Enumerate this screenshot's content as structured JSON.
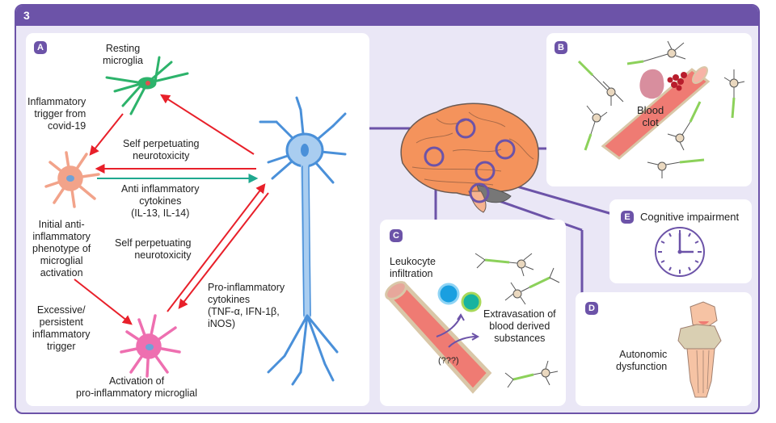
{
  "figure": {
    "number": "3",
    "accent_color": "#6c53a8",
    "background_color": "#eae7f6"
  },
  "panel_a": {
    "badge": "A",
    "resting_microglia": "Resting\nmicroglia",
    "inflammatory_trigger": "Inflammatory\ntrigger from\ncovid-19",
    "self_perpetuating_top": "Self perpetuating\nneurotoxicity",
    "anti_inflammatory_cytokines": "Anti inflammatory\ncytokines\n(IL-13, IL-14)",
    "initial_phenotype": "Initial anti-\ninflammatory\nphenotype of\nmicroglial\nactivation",
    "self_perpetuating_bottom": "Self perpetuating\nneurotoxicity",
    "excessive_trigger": "Excessive/\npersistent\ninflammatory\ntrigger",
    "pro_inflammatory_cytokines": "Pro-inflammatory\ncytokines\n(TNF-α, IFN-1β,\niNOS)",
    "activation_label": "Activation of\npro-inflammatory microglial",
    "colors": {
      "resting_microglia": "#2db36b",
      "initial_microglia": "#f2a38a",
      "activated_microglia": "#ee6fb0",
      "neuron": "#4a90d9",
      "arrow_red": "#e8202a",
      "arrow_teal": "#1fa88f"
    }
  },
  "panel_b": {
    "badge": "B",
    "blood_clot": "Blood\nclot"
  },
  "panel_c": {
    "badge": "C",
    "leukocyte_infiltration": "Leukocyte\ninfiltration",
    "extravasation": "Extravasation of\nblood derived\nsubstances",
    "unknown_mechanism": "(???)"
  },
  "panel_d": {
    "badge": "D",
    "label": "Autonomic\ndysfunction"
  },
  "panel_e": {
    "badge": "E",
    "label": "Cognitive impairment",
    "icon": "clock-icon"
  }
}
